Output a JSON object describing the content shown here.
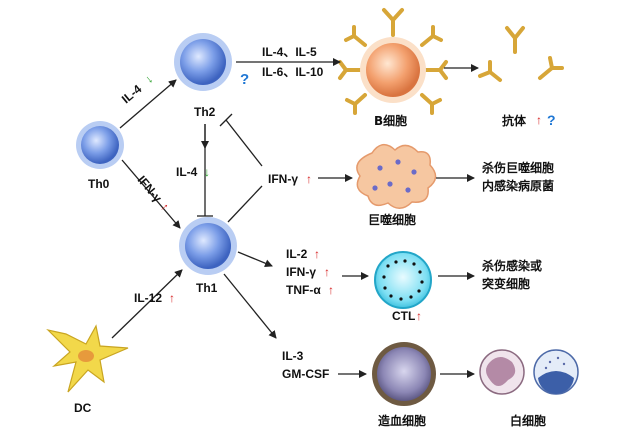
{
  "colors": {
    "up_arrow": "#d62728",
    "down_arrow": "#2ca02c",
    "question": "#1f77d4",
    "t_cell": "#5f86d8",
    "b_cell": "#f3a06e",
    "antibody": "#e3b64f",
    "macrophage": "#f6c7a1",
    "ctl": "#6fd6ee",
    "stem_cell": "#8c87b5",
    "dc": "#f0d43c"
  },
  "cells": {
    "th0": "Th0",
    "th2": "Th2",
    "th1": "Th1",
    "dc": "DC",
    "b_cell": "B细胞",
    "antibody": "抗体",
    "macrophage": "巨噬细胞",
    "ctl": "CTL",
    "stem_cell": "造血细胞",
    "leukocyte": "白细胞"
  },
  "labels": {
    "il4_to_th2": "IL-4",
    "ifn_to_th1": "IFN-γ",
    "il4_inhibit": "IL-4",
    "ifn_gamma_th1": "IFN-γ",
    "il12": "IL-12",
    "th2_cytokines_line1": "IL-4、IL-5",
    "th2_cytokines_line2": "IL-6、IL-10",
    "ctl_il2": "IL-2",
    "ctl_ifn": "IFN-γ",
    "ctl_tnf": "TNF-α",
    "hema_il3": "IL-3",
    "hema_gmcsf": "GM-CSF",
    "question_mark": "?",
    "up_glyph": "↑",
    "down_glyph": "↓"
  },
  "outcomes": {
    "macrophage_line1": "杀伤巨噬细胞",
    "macrophage_line2": "内感染病原菌",
    "ctl_line1": "杀伤感染或",
    "ctl_line2": "突变细胞"
  }
}
